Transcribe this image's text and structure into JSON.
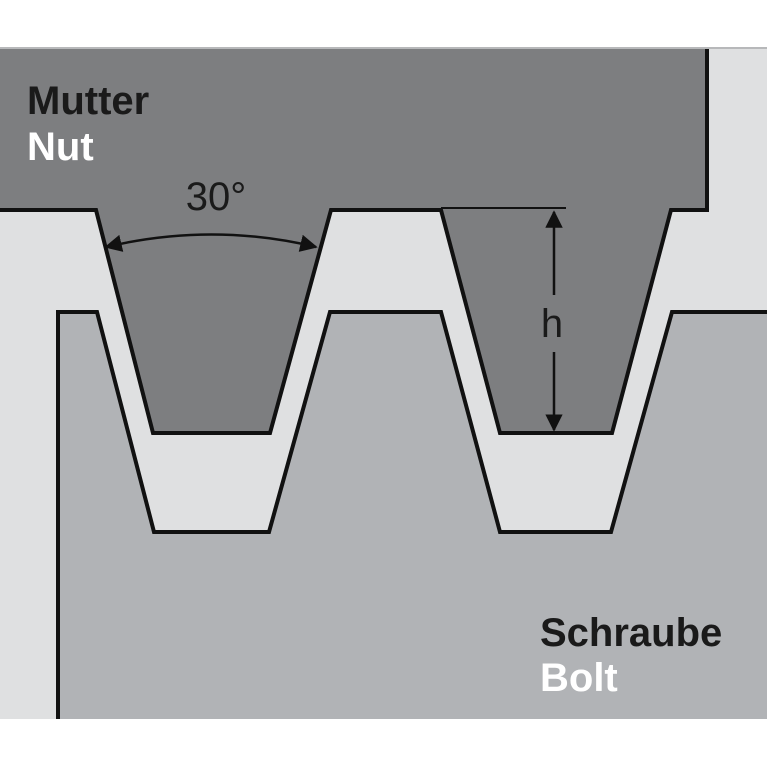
{
  "nut": {
    "label_de": "Mutter",
    "label_en": "Nut",
    "color": "#7d7e80"
  },
  "bolt": {
    "label_de": "Schraube",
    "label_en": "Bolt",
    "color": "#b1b3b6"
  },
  "angle_label": "30°",
  "height_label": "h",
  "colors": {
    "background_gap": "#dfe0e1",
    "outline": "#111111",
    "label_dark": "#1a1a1a",
    "label_light": "#ffffff"
  }
}
